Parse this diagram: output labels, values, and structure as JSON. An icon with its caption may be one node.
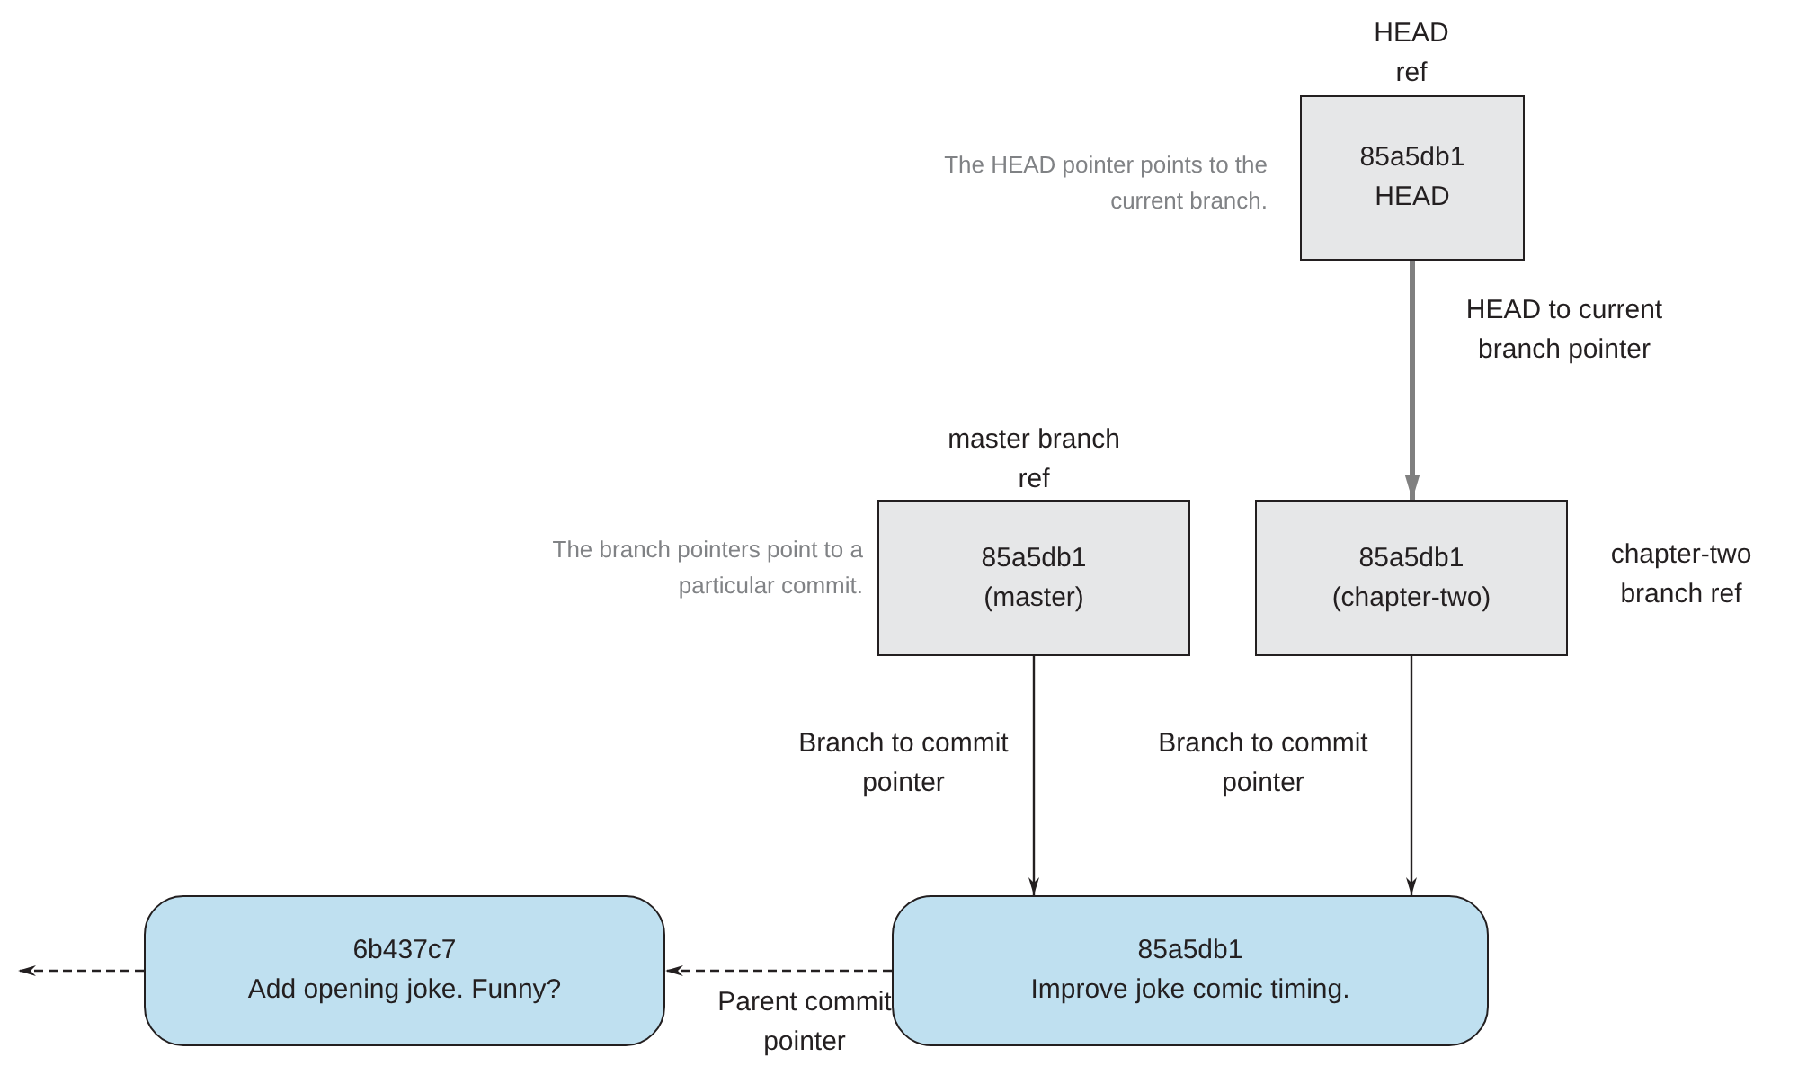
{
  "diagram": {
    "nodes": [
      {
        "text": [
          "85a5db1",
          "HEAD"
        ],
        "beside": [
          "HEAD ref"
        ]
      },
      {
        "text": [
          "85a5db1",
          "(master)"
        ],
        "beside": [
          "master branch ref"
        ]
      },
      {
        "text": [
          "85a5db1",
          "(chapter-two)"
        ],
        "beside": [
          "chapter-two branch ref"
        ]
      },
      {
        "text": [
          "85a5db1",
          "Improve joke comic timing."
        ]
      },
      {
        "text": [
          "6b437c7",
          "Add opening joke. Funny?"
        ]
      }
    ],
    "edges": [
      {
        "from": 0,
        "to": 2,
        "arrow": "to",
        "label": "HEAD to current branch pointer",
        "style": "thick",
        "color": "#808080"
      },
      {
        "from": 1,
        "to": 3,
        "arrow": "to",
        "label": "Branch to commit pointer"
      },
      {
        "from": 2,
        "to": 3,
        "arrow": "to",
        "label": "Branch to commit pointer"
      },
      {
        "from": 3,
        "to": 4,
        "arrow": "to",
        "label": "Parent commit pointer",
        "style": "dashed"
      },
      {
        "from": 4,
        "to": null,
        "arrow": "to",
        "style": "dashed"
      }
    ],
    "labels": [
      "The HEAD pointer points to the current branch.",
      "The branch pointers point to a particular commit."
    ]
  }
}
